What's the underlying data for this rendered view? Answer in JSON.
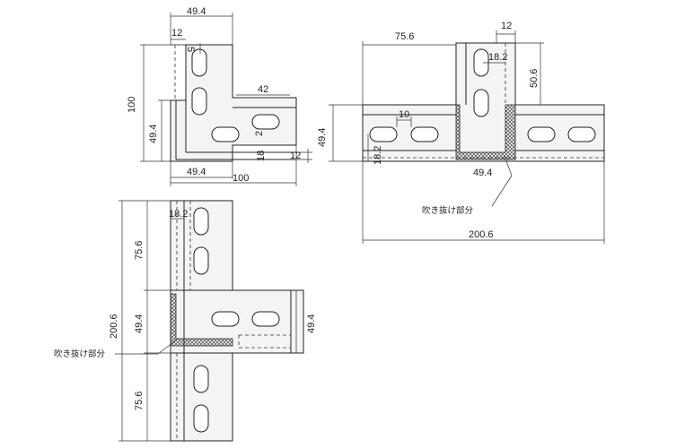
{
  "view_tl": {
    "dims": {
      "top_width": "49.4",
      "top_12": "12",
      "slot_5": "5",
      "height_100": "100",
      "left_49_4": "49.4",
      "arm_42": "42",
      "r_2": "2",
      "r_18": "18",
      "right_12": "12",
      "bottom_49_4": "49.4",
      "bottom_100": "100"
    }
  },
  "view_tr": {
    "dims": {
      "top_75_6": "75.6",
      "top_12": "12",
      "slot_18_2": "18.2",
      "right_50_6": "50.6",
      "left_49_4": "49.4",
      "slot_10": "10",
      "left_18_2": "18.2",
      "bottom_49_4": "49.4",
      "total_200_6": "200.6"
    },
    "annotation": "吹き抜け部分"
  },
  "view_bl": {
    "dims": {
      "slot_18_2": "18.2",
      "upper_75_6": "75.6",
      "total_200_6": "200.6",
      "mid_49_4": "49.4",
      "lower_75_6": "75.6",
      "right_49_4": "49.4"
    },
    "annotation": "吹き抜け部分"
  },
  "colors": {
    "line": "#222222",
    "plate": "#f4f4f4",
    "hatch": "#222222"
  }
}
